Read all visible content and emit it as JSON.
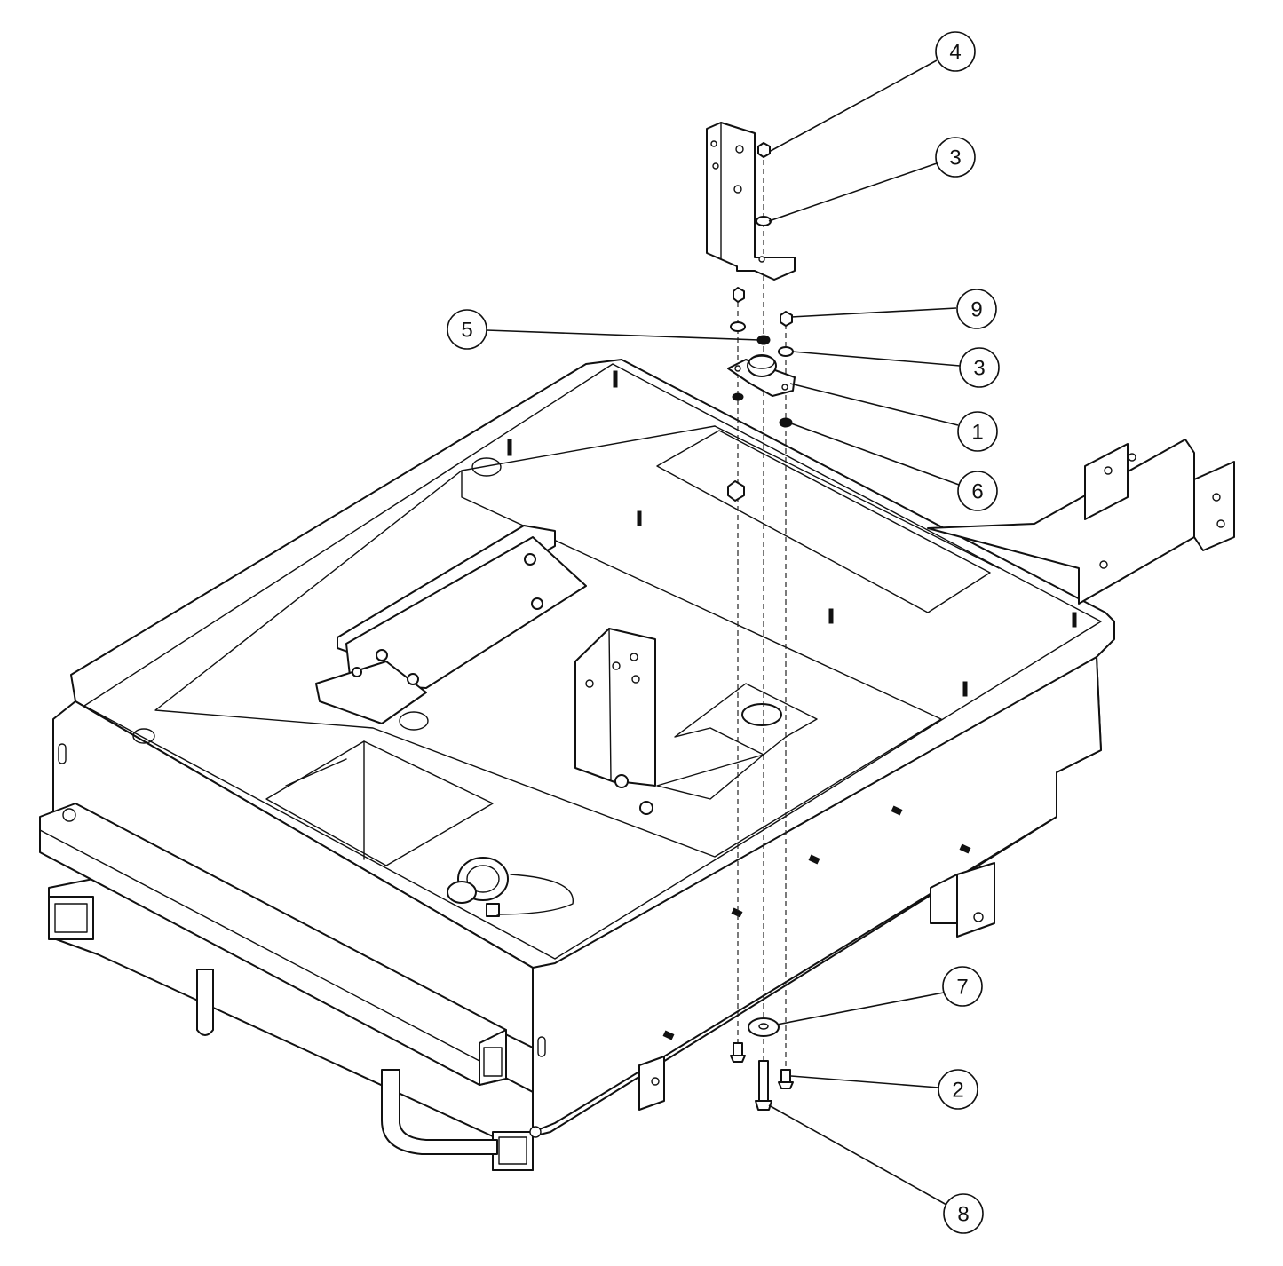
{
  "callouts": {
    "c4_top": "4",
    "c3_top": "3",
    "c9": "9",
    "c5": "5",
    "c3_mid": "3",
    "c1": "1",
    "c6": "6",
    "c7": "7",
    "c2": "2",
    "c8": "8"
  },
  "colors": {
    "line": "#111111",
    "background": "#ffffff"
  }
}
